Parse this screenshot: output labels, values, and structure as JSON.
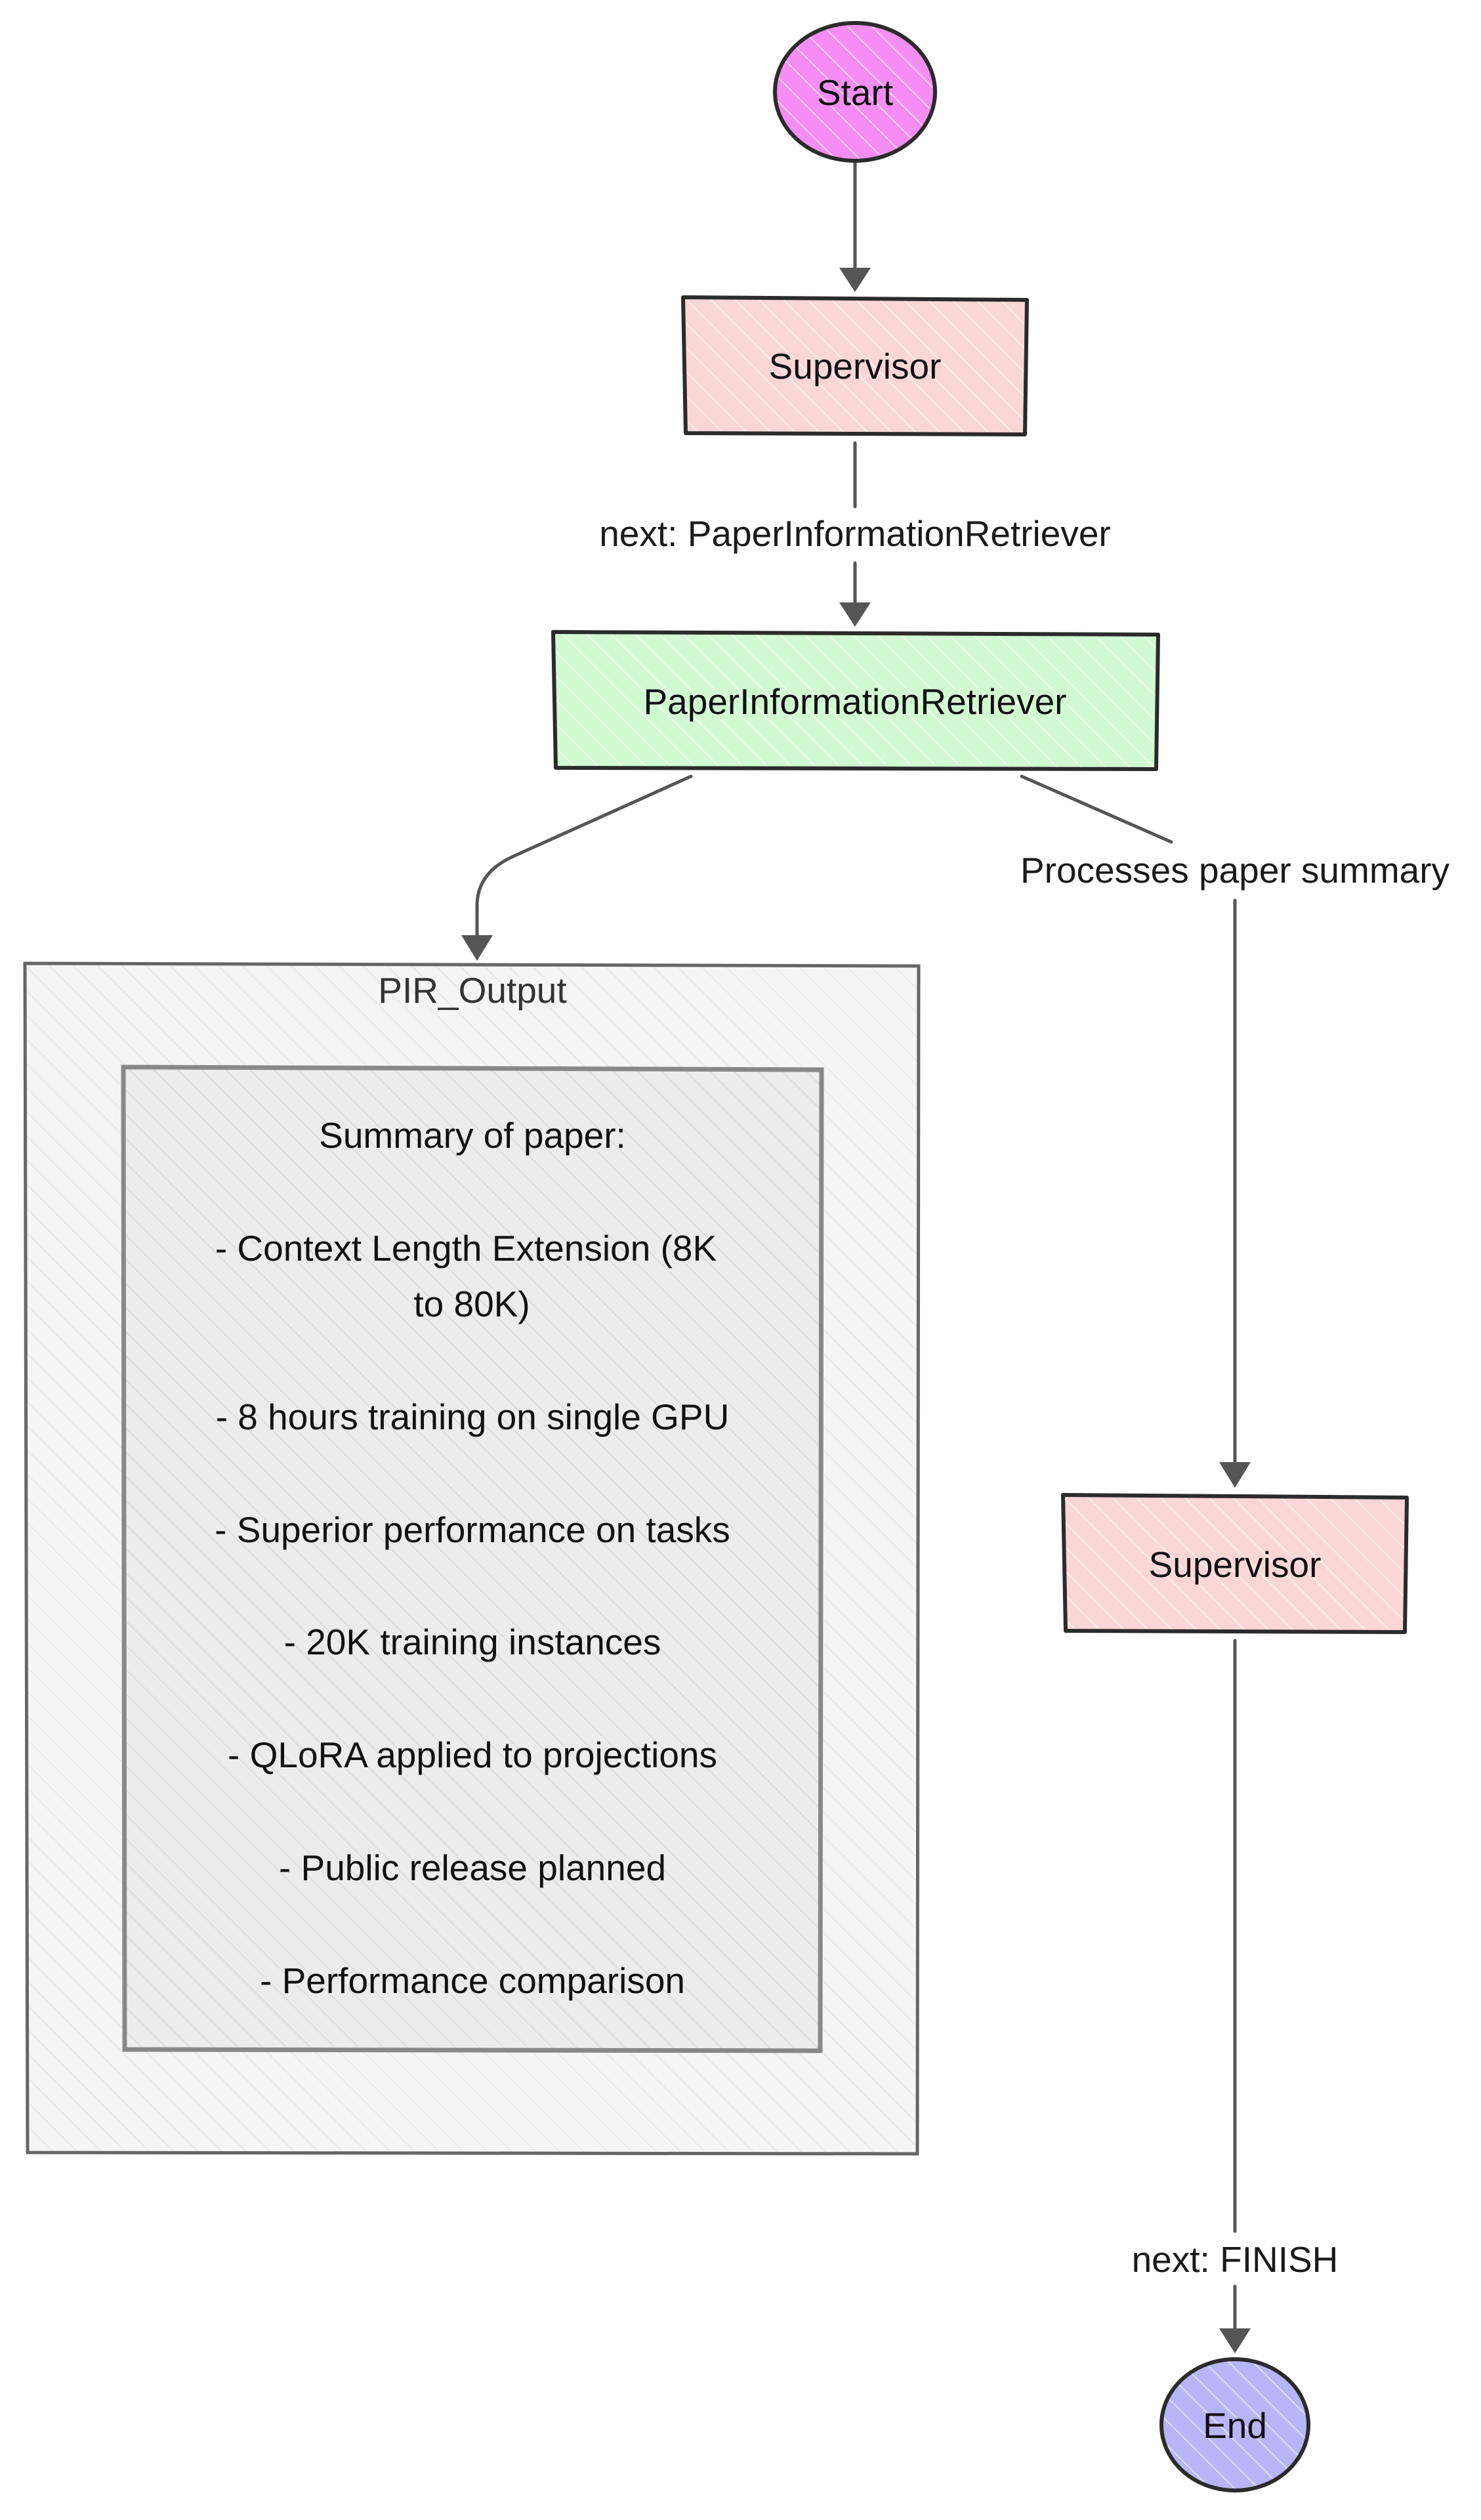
{
  "nodes": {
    "start": "Start",
    "supervisor_1": "Supervisor",
    "retriever": "PaperInformationRetriever",
    "supervisor_2": "Supervisor",
    "end": "End"
  },
  "edges": {
    "to_retriever": "next: PaperInformationRetriever",
    "processes": "Processes paper summary",
    "to_end": "next: FINISH"
  },
  "group": {
    "title": "PIR_Output",
    "summary_lines": [
      "Summary of paper:",
      "- Context Length Extension (8K",
      "to 80K)",
      "- 8 hours training on single GPU",
      "- Superior performance on tasks",
      "- 20K training instances",
      "- QLoRA applied to projections",
      "- Public release planned",
      "- Performance comparison"
    ]
  },
  "colors": {
    "start_fill": "#f48ef3",
    "supervisor_fill": "#fbd6d6",
    "retriever_fill": "#d2fad2",
    "end_fill": "#b6b6f7",
    "group_fill": "#f5f5f5",
    "summary_fill": "#ececec",
    "edge": "#555555",
    "outline": "#2b2b2b"
  }
}
